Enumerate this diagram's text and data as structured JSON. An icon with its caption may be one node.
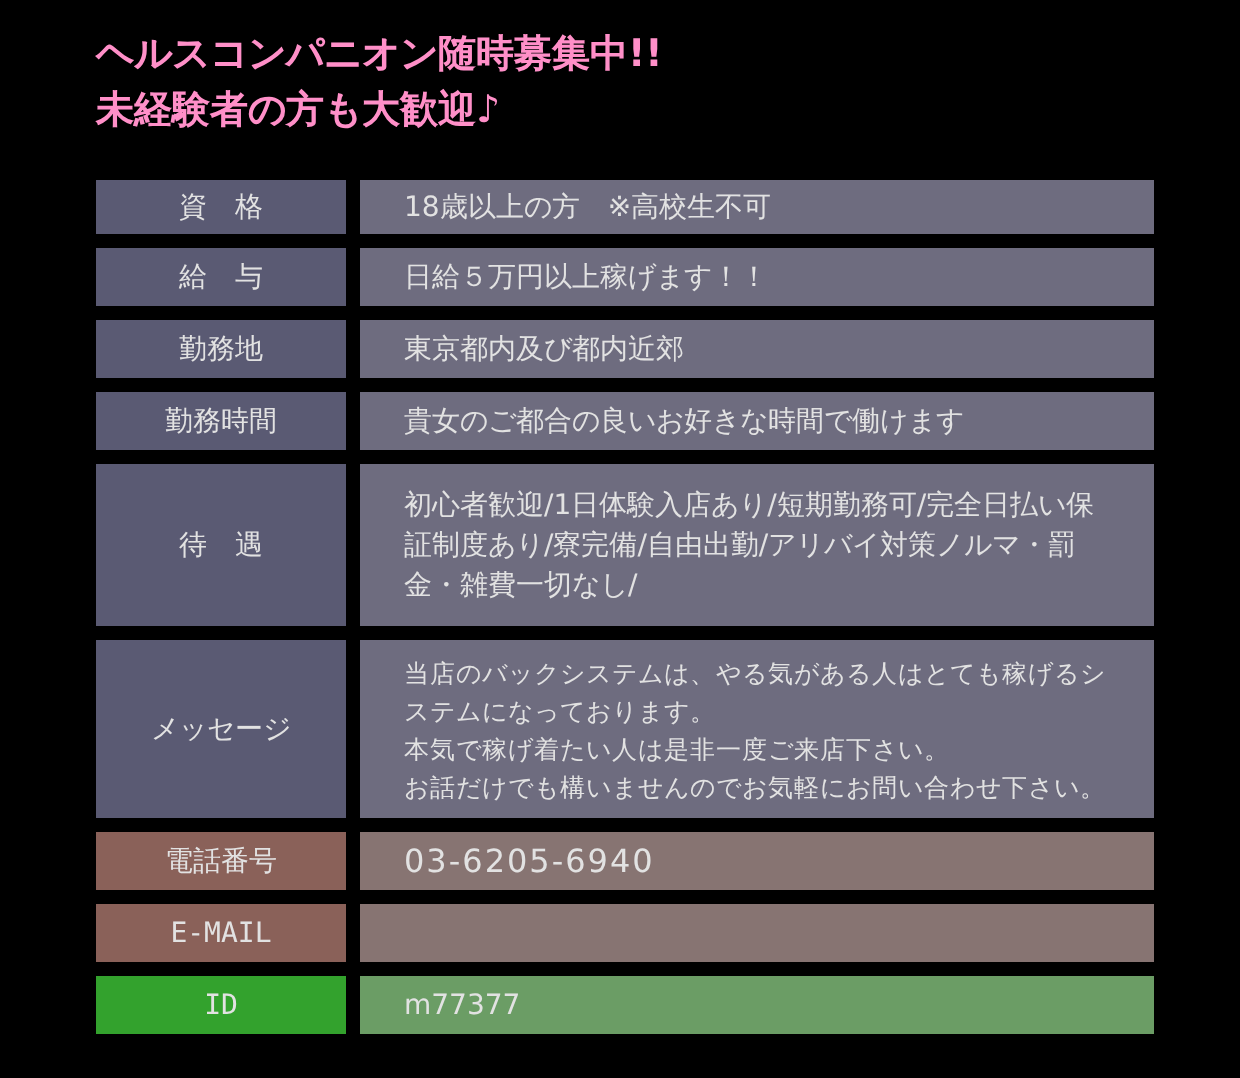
{
  "diagram": {
    "title": "ヘルスコンパニオン随時募集中!!",
    "labels": [
      "未経験者の方も大歓迎♪",
      "資　格",
      "18歳以上の方　※高校生不可",
      "給　与",
      "日給５万円以上稼げます！！",
      "勤務地",
      "東京都内及び都内近郊",
      "勤務時間",
      "貴女のご都合の良いお好きな時間で働けます",
      "待　遇",
      "初心者歓迎/1日体験入店あり/短期勤務可/完全日払い保証制度あり/寮完備/自由出勤/アリバイ対策ノルマ・罰金・雑費一切なし/",
      "メッセージ",
      "当店のバックシステムは、やる気がある人はとても稼げるシステムになっております。",
      "本気で稼げ着たい人は是非一度ご来店下さい。",
      "お話だけでも構いませんのでお気軽にお問い合わせ下さい。",
      "電話番号",
      "03-6205-6940",
      "E-MAIL",
      "ID",
      "m77377"
    ]
  }
}
